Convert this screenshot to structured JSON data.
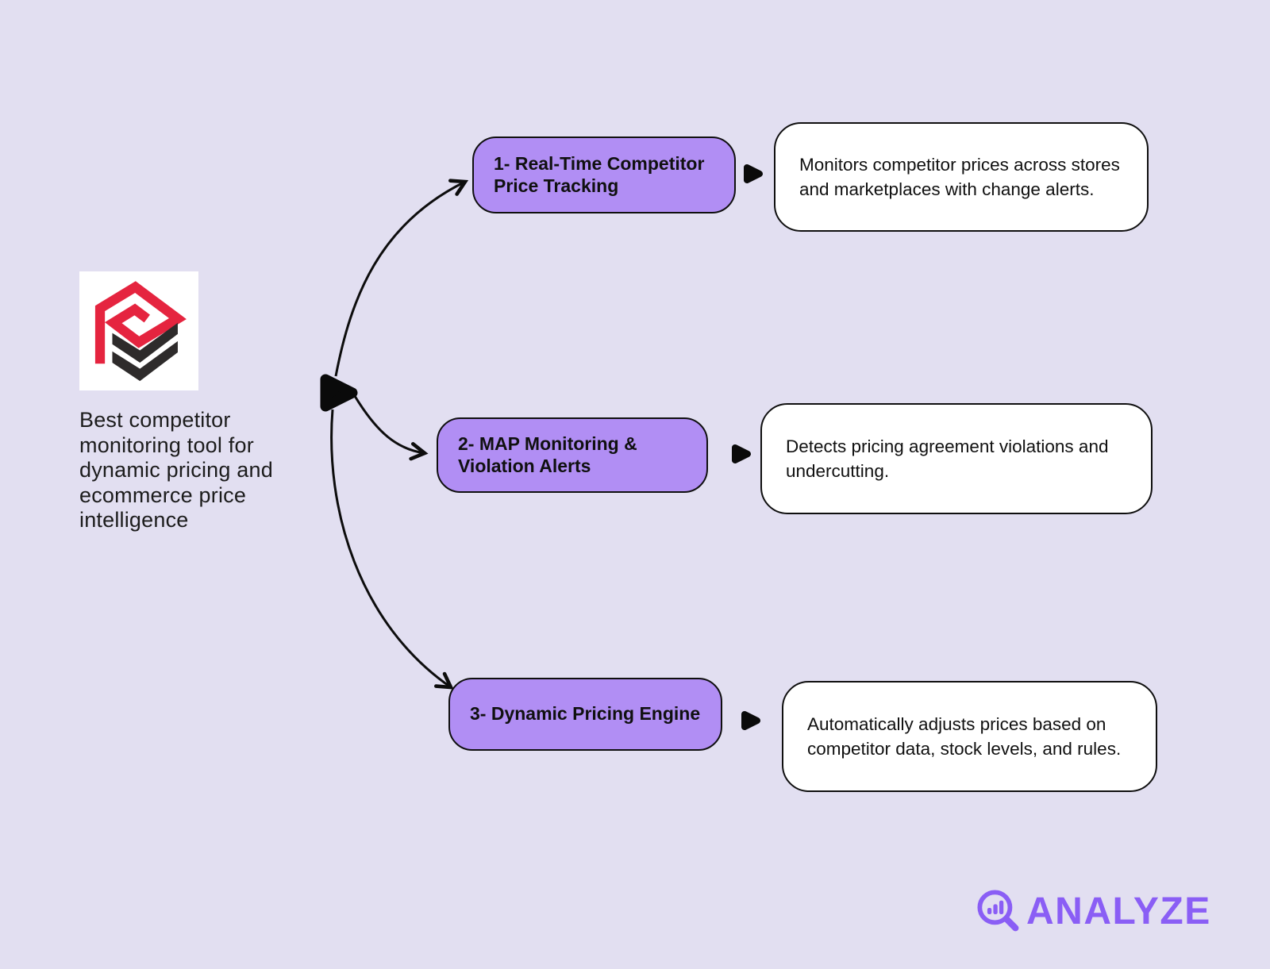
{
  "intro": {
    "text": "Best competitor monitoring tool for dynamic pricing and ecommerce price intelligence"
  },
  "nodes": [
    {
      "title": "1- Real-Time Competitor Price Tracking",
      "description": "Monitors competitor prices across stores and marketplaces with change alerts."
    },
    {
      "title": "2- MAP Monitoring & Violation Alerts",
      "description": "Detects pricing agreement violations and undercutting."
    },
    {
      "title": "3- Dynamic Pricing Engine",
      "description": "Automatically adjusts prices based on competitor data, stock levels, and rules."
    }
  ],
  "footer": {
    "brand": "ANALYZE"
  },
  "icons": {
    "brand_logo": "price-stack-cube-logo",
    "center_node": "play-arrow-icon",
    "row_marker": "teardrop-pointer-icon",
    "footer_icon": "magnifier-bar-chart-icon"
  },
  "colors": {
    "background": "#e2dff1",
    "topic_fill": "#b18ef4",
    "outline": "#0f0f0f",
    "card_fill": "#ffffff",
    "brand_purple": "#8a5ef5",
    "logo_red": "#e5243f",
    "logo_dark": "#2e2b2b"
  }
}
